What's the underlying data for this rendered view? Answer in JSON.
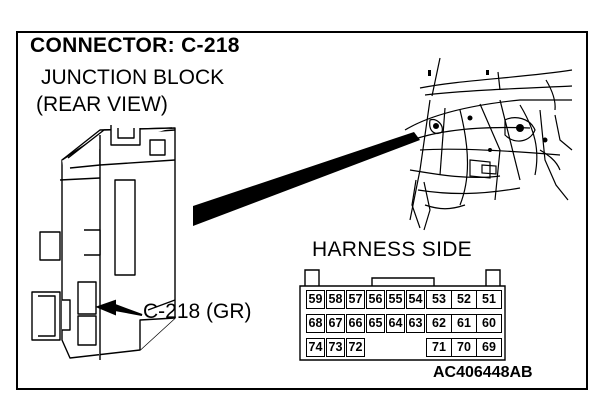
{
  "diagram": {
    "title": "CONNECTOR: C-218",
    "component_label_line1": "JUNCTION BLOCK",
    "component_label_line2": "(REAR VIEW)",
    "connector_callout": "C-218 (GR)",
    "harness_side_label": "HARNESS SIDE",
    "figure_code": "AC406448AB"
  },
  "connector_pins": {
    "row1": [
      "59",
      "58",
      "57",
      "56",
      "55",
      "54",
      "53",
      "52",
      "51"
    ],
    "row2": [
      "68",
      "67",
      "66",
      "65",
      "64",
      "63",
      "62",
      "61",
      "60"
    ],
    "row3_left": [
      "74",
      "73",
      "72"
    ],
    "row3_right": [
      "71",
      "70",
      "69"
    ]
  }
}
